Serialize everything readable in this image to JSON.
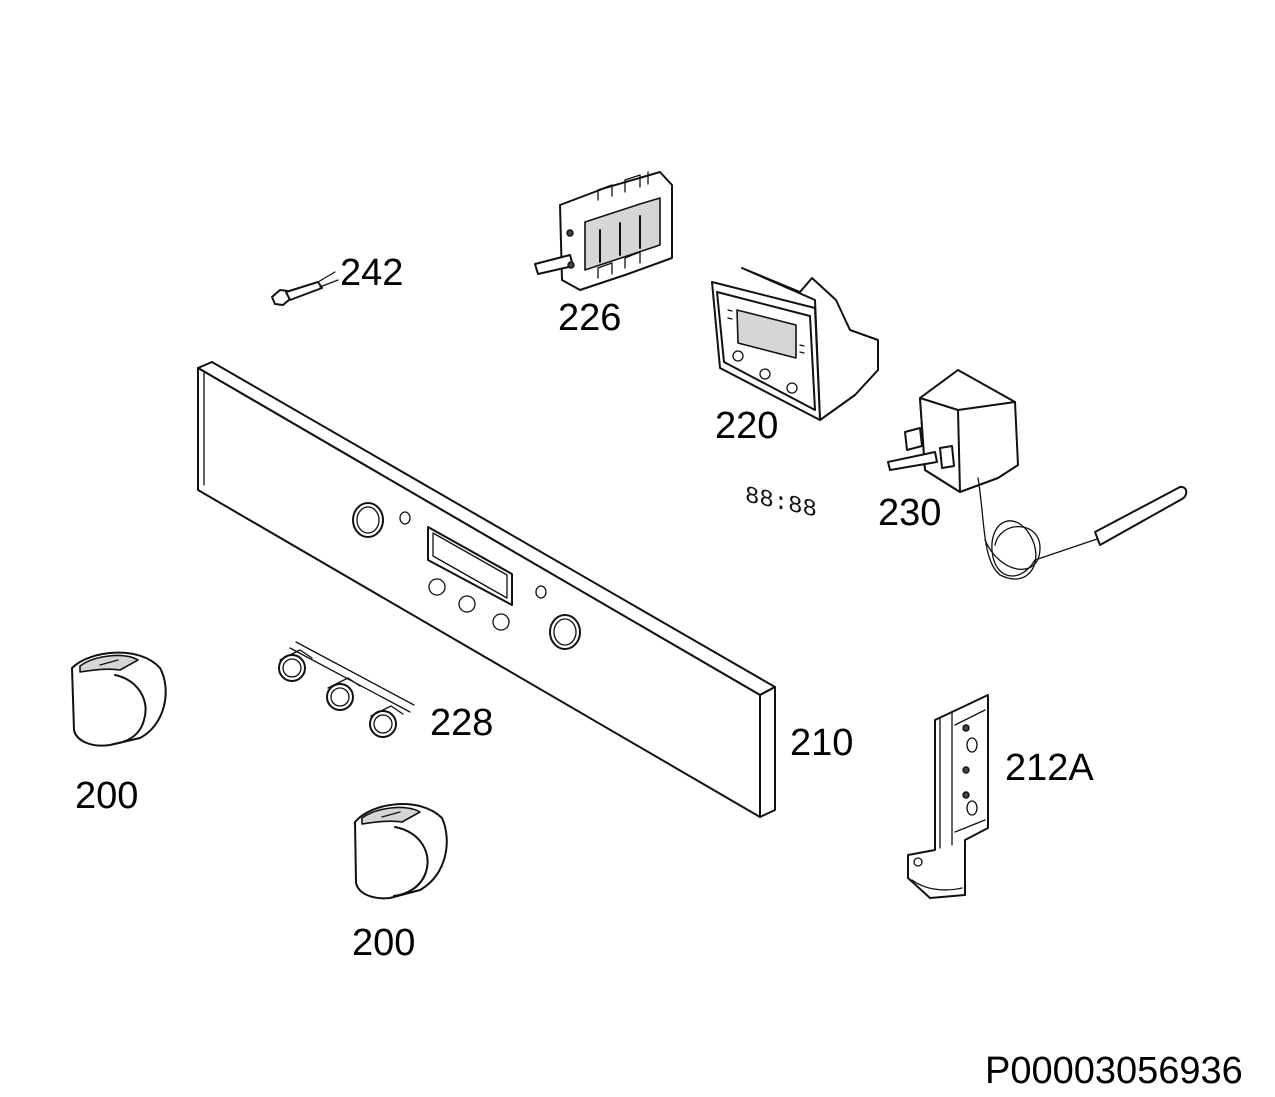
{
  "labels": {
    "p242": "242",
    "p226": "226",
    "p220": "220",
    "p230": "230",
    "p210": "210",
    "p212a": "212A",
    "p228": "228",
    "p200a": "200",
    "p200b": "200"
  },
  "diagram_code": "P00003056936"
}
